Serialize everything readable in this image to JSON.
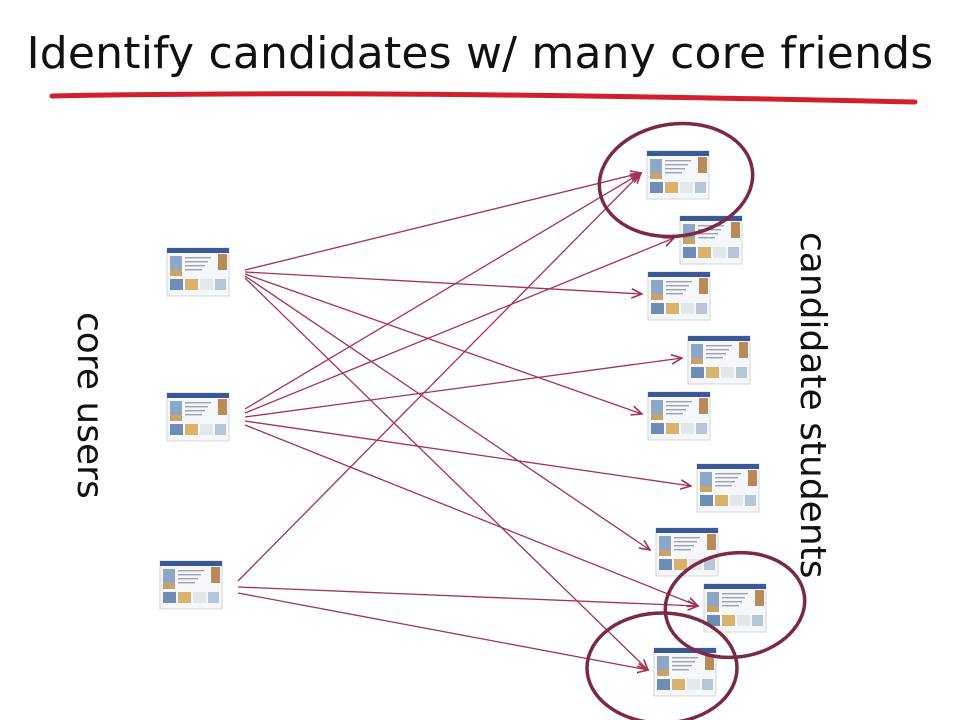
{
  "title": "Identify candidates w/ many core friends",
  "labels": {
    "core": "core users",
    "candidates": "candidate students"
  },
  "colors": {
    "edge": "#a3344f",
    "circle": "#7a2a45",
    "underline": "#d11f2c",
    "thumb_header": "#3b5998"
  },
  "thumbnail_icon": "facebook-profile-thumbnail",
  "core_users": [
    {
      "id": "core-1"
    },
    {
      "id": "core-2"
    },
    {
      "id": "core-3"
    }
  ],
  "candidates": [
    {
      "id": "cand-1",
      "highlighted": true
    },
    {
      "id": "cand-2",
      "highlighted": false
    },
    {
      "id": "cand-3",
      "highlighted": false
    },
    {
      "id": "cand-4",
      "highlighted": false
    },
    {
      "id": "cand-5",
      "highlighted": false
    },
    {
      "id": "cand-6",
      "highlighted": false
    },
    {
      "id": "cand-7",
      "highlighted": false
    },
    {
      "id": "cand-8",
      "highlighted": true
    },
    {
      "id": "cand-9",
      "highlighted": true
    }
  ],
  "edges": [
    {
      "from": "core-1",
      "to": "cand-1"
    },
    {
      "from": "core-1",
      "to": "cand-3"
    },
    {
      "from": "core-1",
      "to": "cand-5"
    },
    {
      "from": "core-1",
      "to": "cand-7"
    },
    {
      "from": "core-1",
      "to": "cand-9"
    },
    {
      "from": "core-2",
      "to": "cand-1"
    },
    {
      "from": "core-2",
      "to": "cand-2"
    },
    {
      "from": "core-2",
      "to": "cand-4"
    },
    {
      "from": "core-2",
      "to": "cand-6"
    },
    {
      "from": "core-2",
      "to": "cand-8"
    },
    {
      "from": "core-3",
      "to": "cand-1"
    },
    {
      "from": "core-3",
      "to": "cand-8"
    },
    {
      "from": "core-3",
      "to": "cand-9"
    }
  ]
}
